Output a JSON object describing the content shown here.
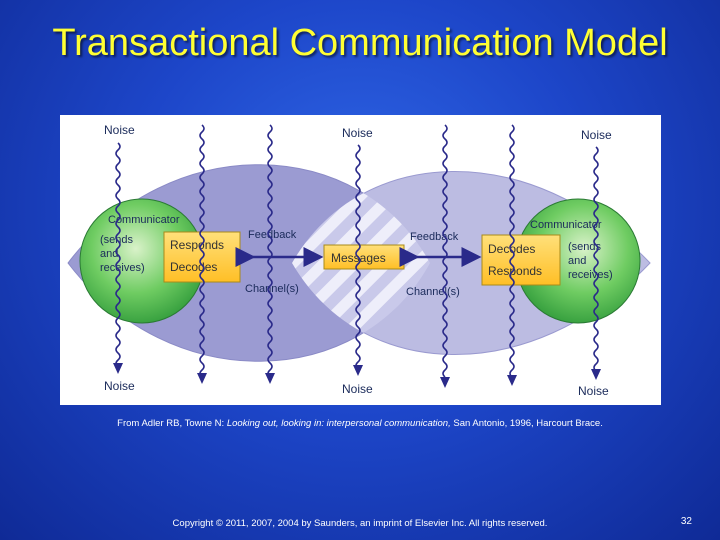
{
  "slide": {
    "title": "Transactional Communication Model",
    "caption": {
      "prefix": "From Adler RB, Towne N: ",
      "italic": "Looking out, looking in: interpersonal communication,",
      "suffix": " San Antonio, 1996, Harcourt Brace."
    },
    "footer": "Copyright © 2011, 2007, 2004 by Saunders, an imprint of Elsevier Inc. All rights reserved.",
    "page_number": "32"
  },
  "diagram": {
    "noise_labels": [
      "Noise",
      "Noise",
      "Noise",
      "Noise",
      "Noise",
      "Noise"
    ],
    "left_communicator": {
      "title": "Communicator",
      "line1": "(sends",
      "line2": "and",
      "line3": "receives)",
      "box_line1": "Responds",
      "box_line2": "Decodes"
    },
    "right_communicator": {
      "title": "Communicator",
      "line1": "(sends",
      "line2": "and",
      "line3": "receives)",
      "box_line1": "Decodes",
      "box_line2": "Responds"
    },
    "messages": "Messages",
    "feedback_left": "Feedback",
    "feedback_right": "Feedback",
    "channel_left": "Channel(s)",
    "channel_right": "Channel(s)"
  },
  "colors": {
    "title": "#ffff33",
    "background": "#1d46c9",
    "box_fill": "#ffcc33",
    "circle_fill": "#5cc25c",
    "lens_fill": "#a9a9d9",
    "arrow": "#2a2a8a"
  }
}
